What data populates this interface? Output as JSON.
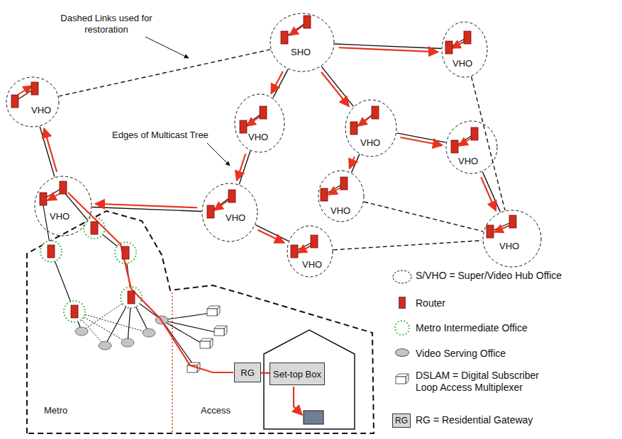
{
  "diagram": {
    "nodes": [
      {
        "text": [
          "SHO"
        ]
      },
      {
        "text": [
          "VHO"
        ]
      },
      {
        "text": [
          "VHO"
        ]
      },
      {
        "text": [
          "VHO"
        ]
      },
      {
        "text": [
          "VHO"
        ]
      },
      {
        "text": [
          "VHO"
        ]
      },
      {
        "text": [
          "VHO"
        ]
      },
      {
        "text": [
          "VHO"
        ]
      },
      {
        "text": [
          "VHO"
        ]
      },
      {
        "text": [
          "VHO"
        ]
      },
      {
        "text": [
          "VHO"
        ]
      },
      {
        "text": [
          "RG"
        ]
      },
      {
        "text": [
          "Set-top Box"
        ]
      }
    ],
    "edges": [
      {
        "from": 0,
        "to": 1,
        "arrow": "to"
      },
      {
        "from": 0,
        "to": 3,
        "arrow": "to"
      },
      {
        "from": 0,
        "to": 4,
        "arrow": "to"
      },
      {
        "from": 3,
        "to": 8,
        "arrow": "to"
      },
      {
        "from": 8,
        "to": 7,
        "arrow": "to"
      },
      {
        "from": 8,
        "to": 10,
        "arrow": "to"
      },
      {
        "from": 7,
        "to": 2,
        "arrow": "to"
      },
      {
        "from": 4,
        "to": 6,
        "arrow": "to"
      },
      {
        "from": 4,
        "to": 5,
        "arrow": "to"
      },
      {
        "from": 5,
        "to": 9,
        "arrow": "to"
      },
      {
        "from": 0,
        "to": 2,
        "arrow": "none"
      },
      {
        "from": 1,
        "to": 9,
        "arrow": "none"
      },
      {
        "from": 6,
        "to": 9,
        "arrow": "none"
      },
      {
        "from": 10,
        "to": 9,
        "arrow": "none"
      },
      {
        "from": 11,
        "to": 12,
        "arrow": "none"
      }
    ],
    "labels": [
      "Dashed Links used for restoration",
      "Edges of Multicast Tree",
      "Metro",
      "Access",
      "RG"
    ],
    "legend": [
      {
        "text": "S/VHO = Super/Video Hub Office"
      },
      {
        "text": "Router",
        "color": "#d42b1e"
      },
      {
        "text": "Metro Intermediate Office"
      },
      {
        "text": "Video Serving Office",
        "color": "#c4c4c4"
      },
      {
        "text": "DSLAM = Digital Subscriber Loop Access Multiplexer"
      },
      {
        "text": "RG = Residential Gateway"
      }
    ]
  }
}
